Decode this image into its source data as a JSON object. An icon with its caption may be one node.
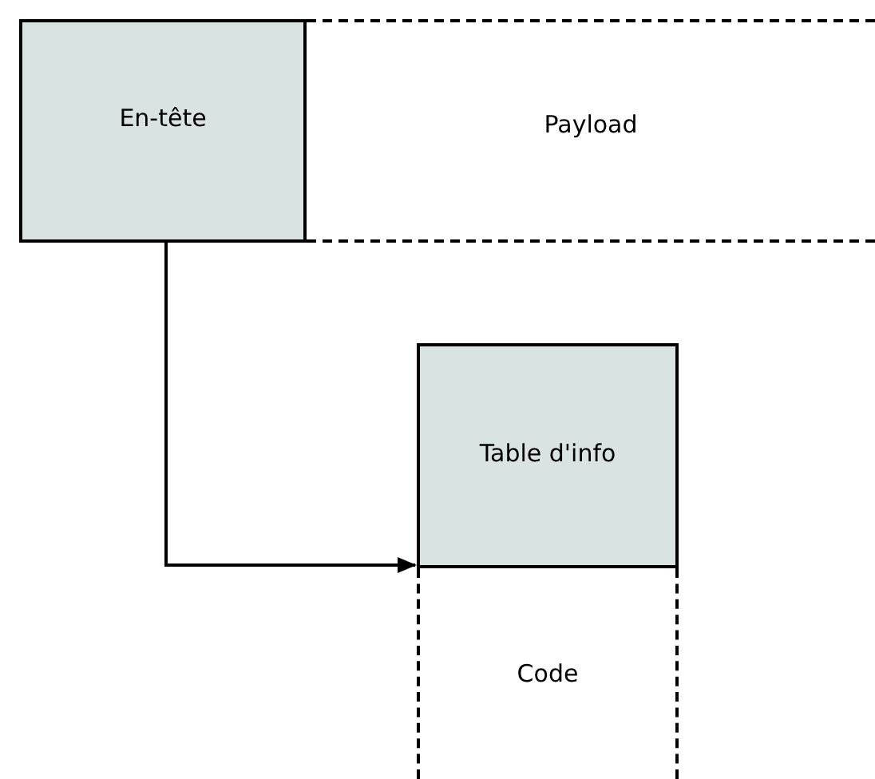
{
  "diagram": {
    "nodes": [
      {
        "text": [
          "En-tête"
        ]
      },
      {
        "text": [
          "Payload"
        ]
      },
      {
        "text": [
          "Table d'info"
        ]
      },
      {
        "text": [
          "Code"
        ]
      }
    ],
    "edges": [
      {
        "from": 0,
        "to": 2,
        "arrow": "to"
      }
    ]
  }
}
